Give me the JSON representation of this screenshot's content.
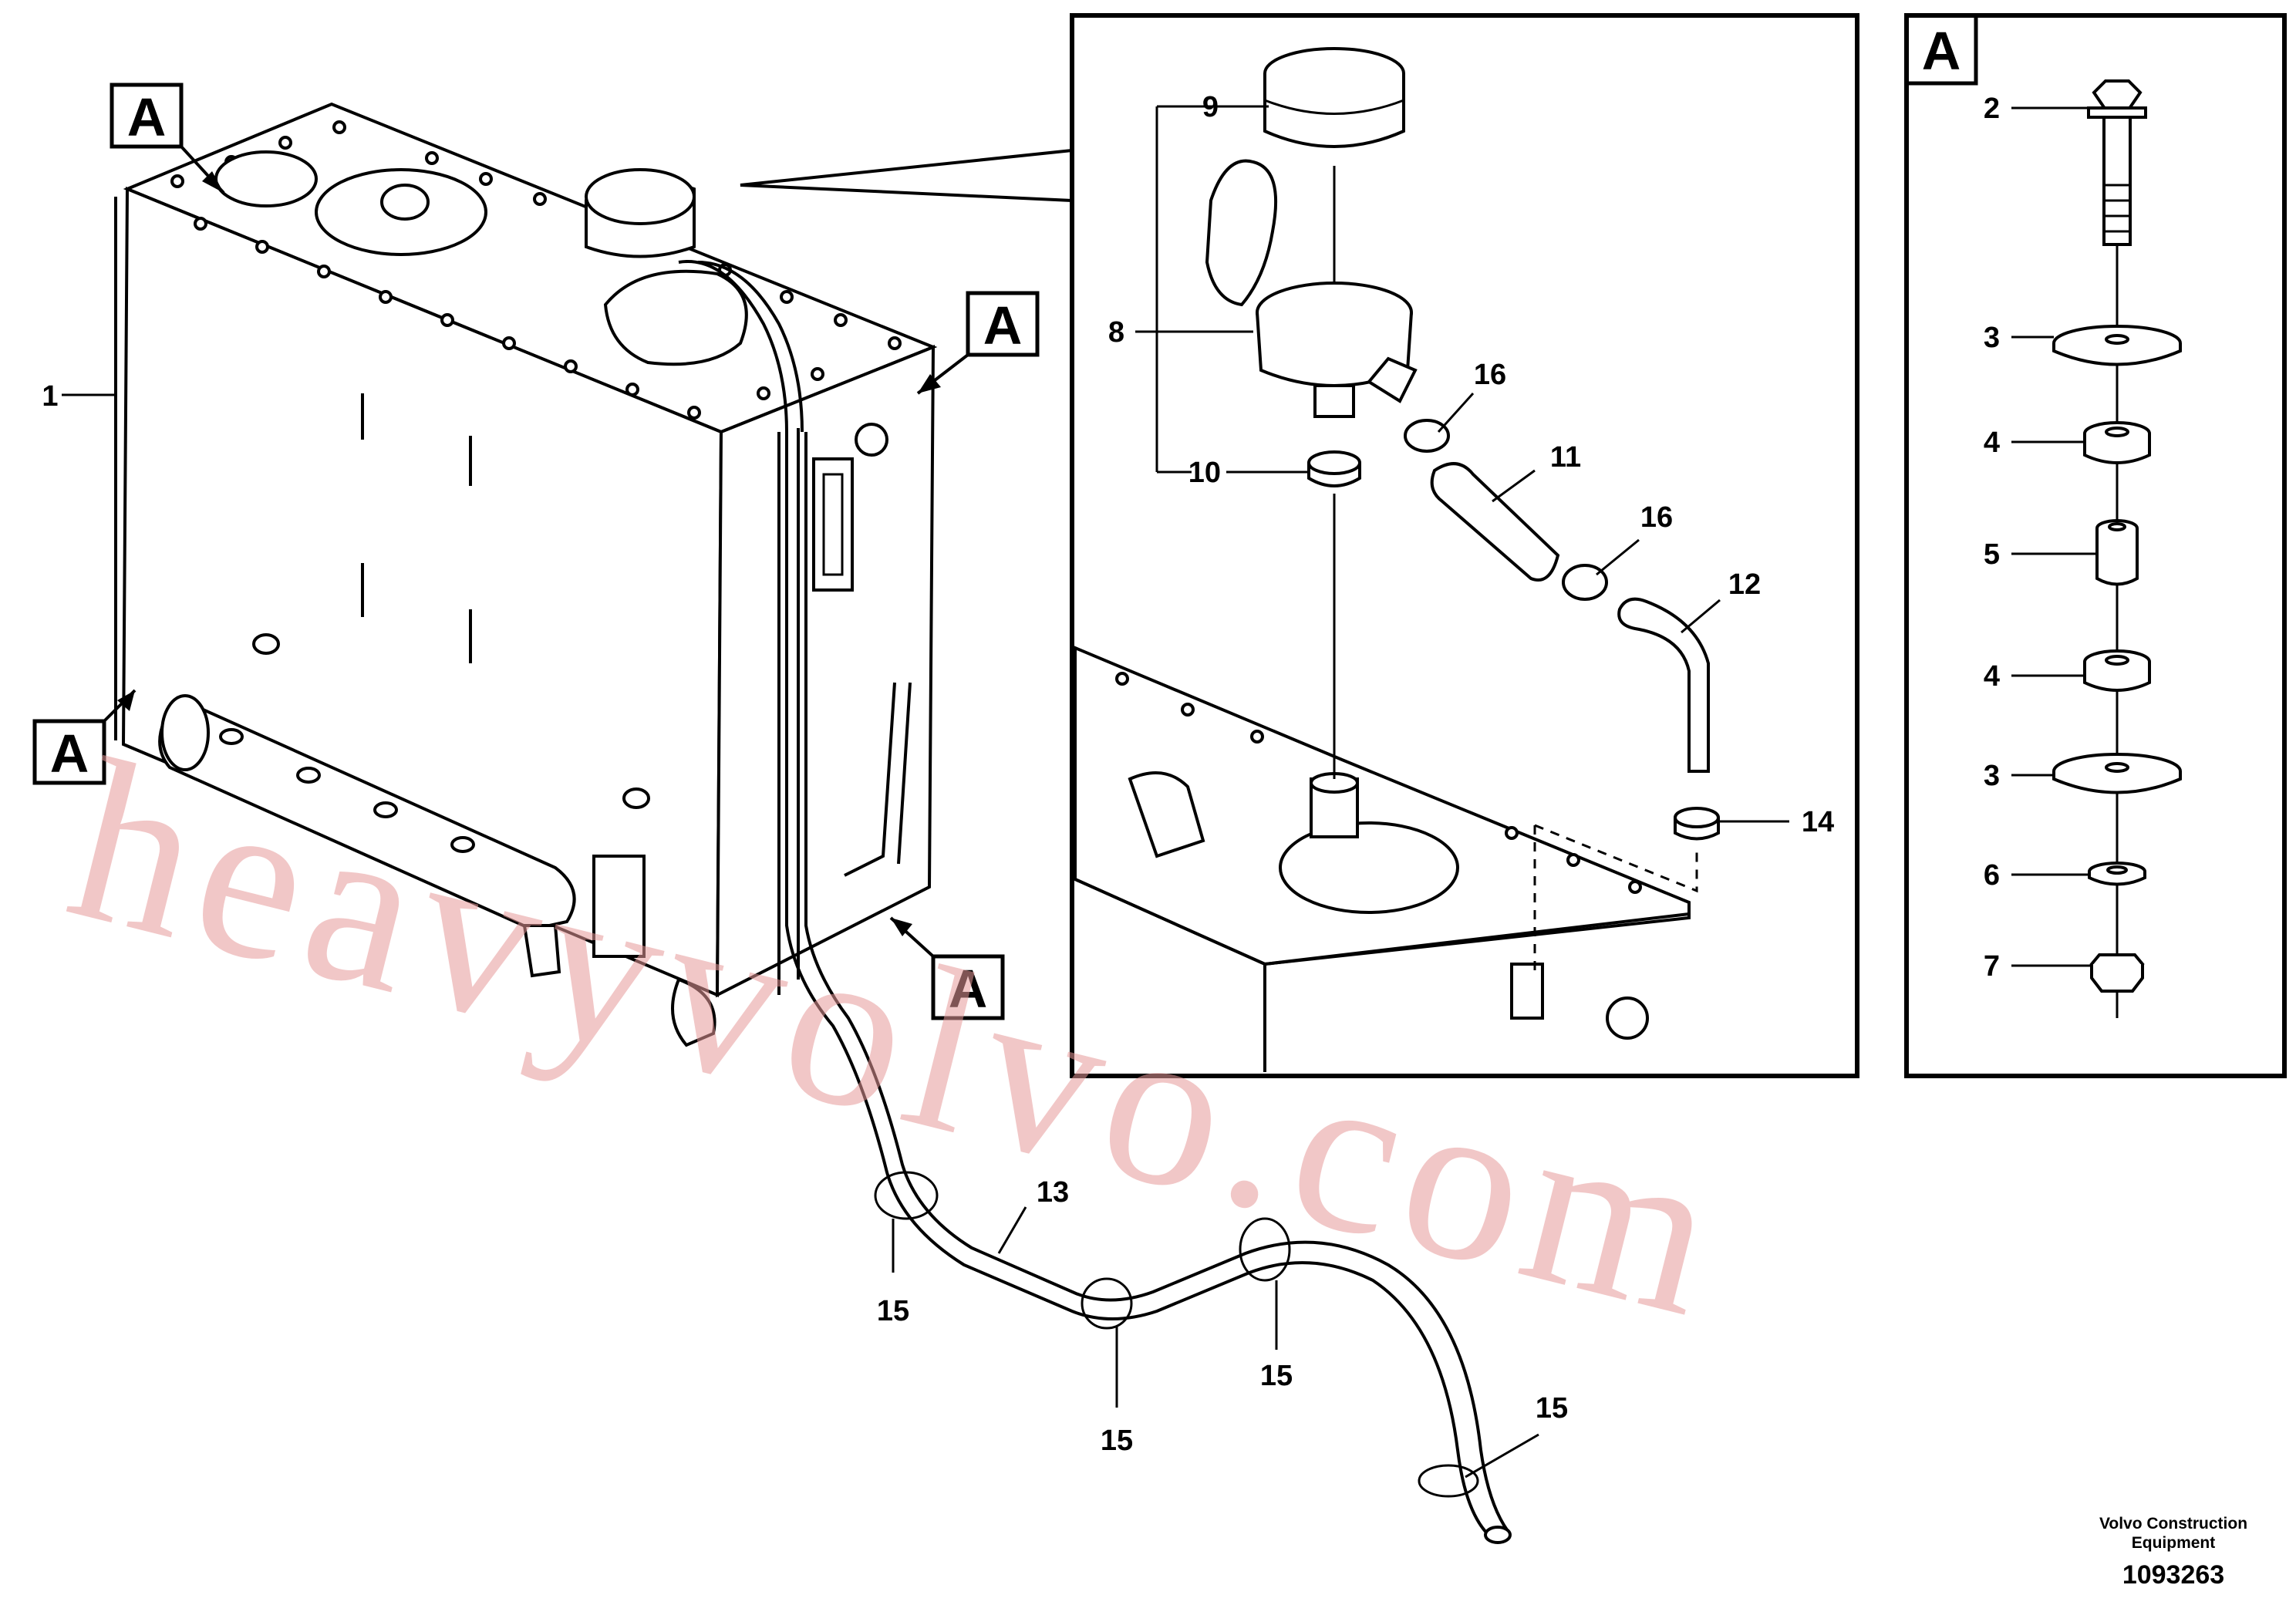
{
  "view_label": "A",
  "watermark": "heavyvolvo.com",
  "footer": {
    "company": "Volvo Construction Equipment",
    "company_line1": "Volvo Construction",
    "company_line2": "Equipment",
    "drawing_number": "1093263"
  },
  "callouts": {
    "c1": "1",
    "c2": "2",
    "c3a": "3",
    "c3b": "3",
    "c4a": "4",
    "c4b": "4",
    "c5": "5",
    "c6": "6",
    "c7": "7",
    "c8": "8",
    "c9": "9",
    "c10": "10",
    "c11": "11",
    "c12": "12",
    "c13": "13",
    "c14": "14",
    "c15a": "15",
    "c15b": "15",
    "c15c": "15",
    "c15d": "15",
    "c16a": "16",
    "c16b": "16"
  }
}
